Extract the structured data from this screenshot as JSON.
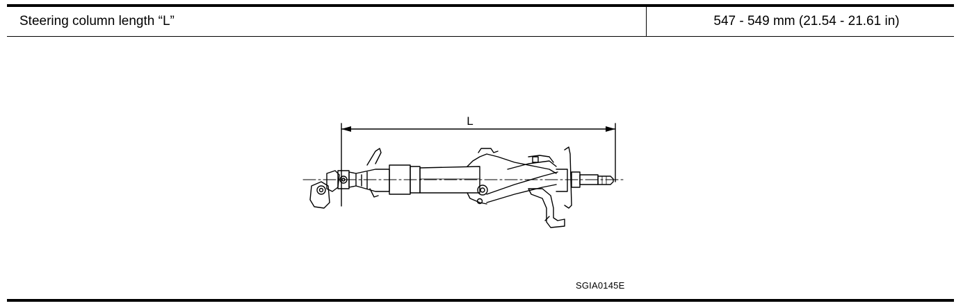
{
  "spec": {
    "label": "Steering column length “L”",
    "value": "547 - 549 mm (21.54 - 21.61 in)"
  },
  "figure": {
    "dimension_label": "L",
    "id": "SGIA0145E"
  }
}
